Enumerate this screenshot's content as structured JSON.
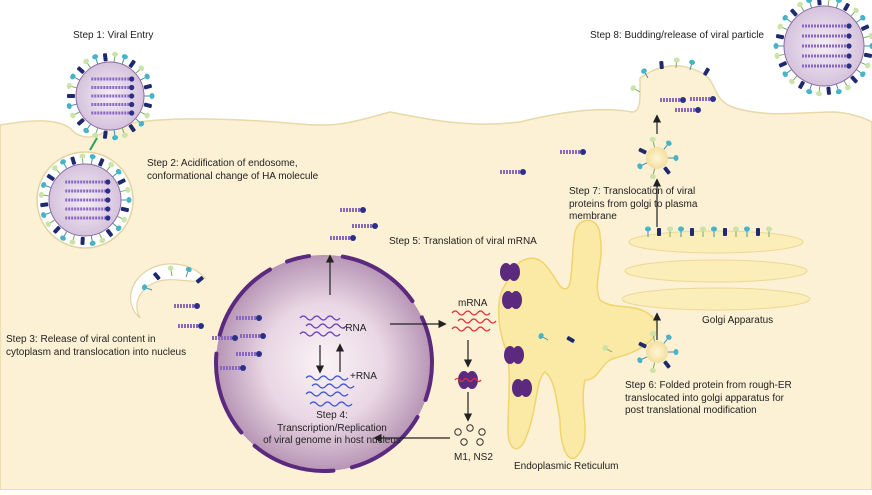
{
  "steps": {
    "step1": "Step 1: Viral Entry",
    "step2": "Step 2: Acidification of endosome,\nconformational change of HA molecule",
    "step3": "Step 3: Release of viral content in\ncytoplasm and translocation into nucleus",
    "step4": "Step 4: Transcription/Replication\nof viral genome in host nucleus",
    "step5": "Step 5: Translation of viral mRNA",
    "step6": "Step 6: Folded protein from rough-ER\ntranslocated into golgi apparatus for\npost translational modification",
    "step7": "Step 7: Translocation of viral\nproteins from golgi to plasma\nmembrane",
    "step8": "Step 8: Budding/release of viral particle"
  },
  "labels": {
    "neg_rna": "-RNA",
    "pos_rna": "+RNA",
    "mrna": "mRNA",
    "m1_ns2": "M1, NS2",
    "golgi": "Golgi Apparatus",
    "er": "Endoplasmic Reticulum"
  },
  "colors": {
    "cytoplasm": "#fcf1d4",
    "membrane": "#e8d9a8",
    "nucleus_center": "#fbf3f6",
    "nucleus_edge": "#b795b5",
    "nuclear_envelope": "#5b2a7e",
    "rna_purple": "#6a3fc4",
    "rna_blue": "#3d55d8",
    "mrna_red": "#e0333c",
    "ribosome": "#5b2a7e",
    "er_fill": "#fbe9a6",
    "golgi_fill": "#fbeeb8",
    "spike_teal": "#47b3c9",
    "spike_green": "#c9e3a8",
    "spike_navy": "#1f2a6e",
    "virus_envelope": "#d5c2dc",
    "arrow": "#222222"
  }
}
